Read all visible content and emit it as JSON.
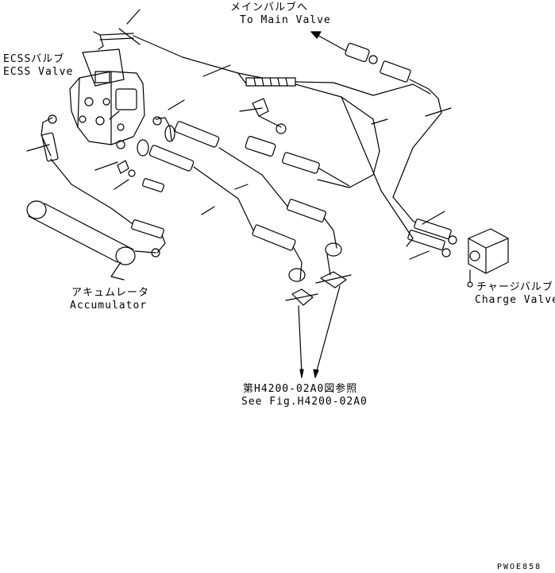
{
  "labels": {
    "main_valve_jp": "メインバルブへ",
    "main_valve_en": "To Main Valve",
    "ecss_valve_jp": "ECSSバルブ",
    "ecss_valve_en": "ECSS Valve",
    "accumulator_jp": "アキュムレータ",
    "accumulator_en": "Accumulator",
    "charge_valve_jp": "チャージバルブ",
    "charge_valve_en": "Charge Valve",
    "ref_jp": "第H4200-02A0図参照",
    "ref_en": "See Fig.H4200-02A0",
    "drawing_code": "PWOE858"
  },
  "colors": {
    "line": "#000000",
    "background": "#ffffff"
  }
}
